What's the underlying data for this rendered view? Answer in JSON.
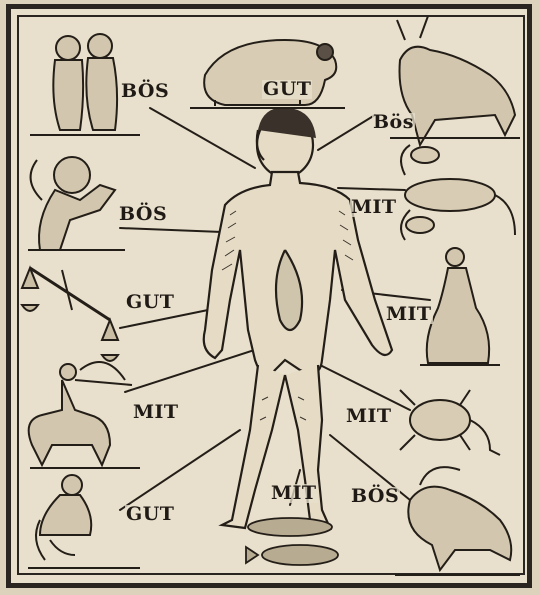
{
  "labels": {
    "gemini": "BÖS",
    "aries": "GUT",
    "taurus": "Bös",
    "leo": "BÖS",
    "cancer": "MIT",
    "libra": "GUT",
    "virgo": "MIT",
    "sagittarius": "MIT",
    "scorpio": "MIT",
    "aquarius": "GUT",
    "pisces": "MIT",
    "capricorn": "BÖS"
  }
}
